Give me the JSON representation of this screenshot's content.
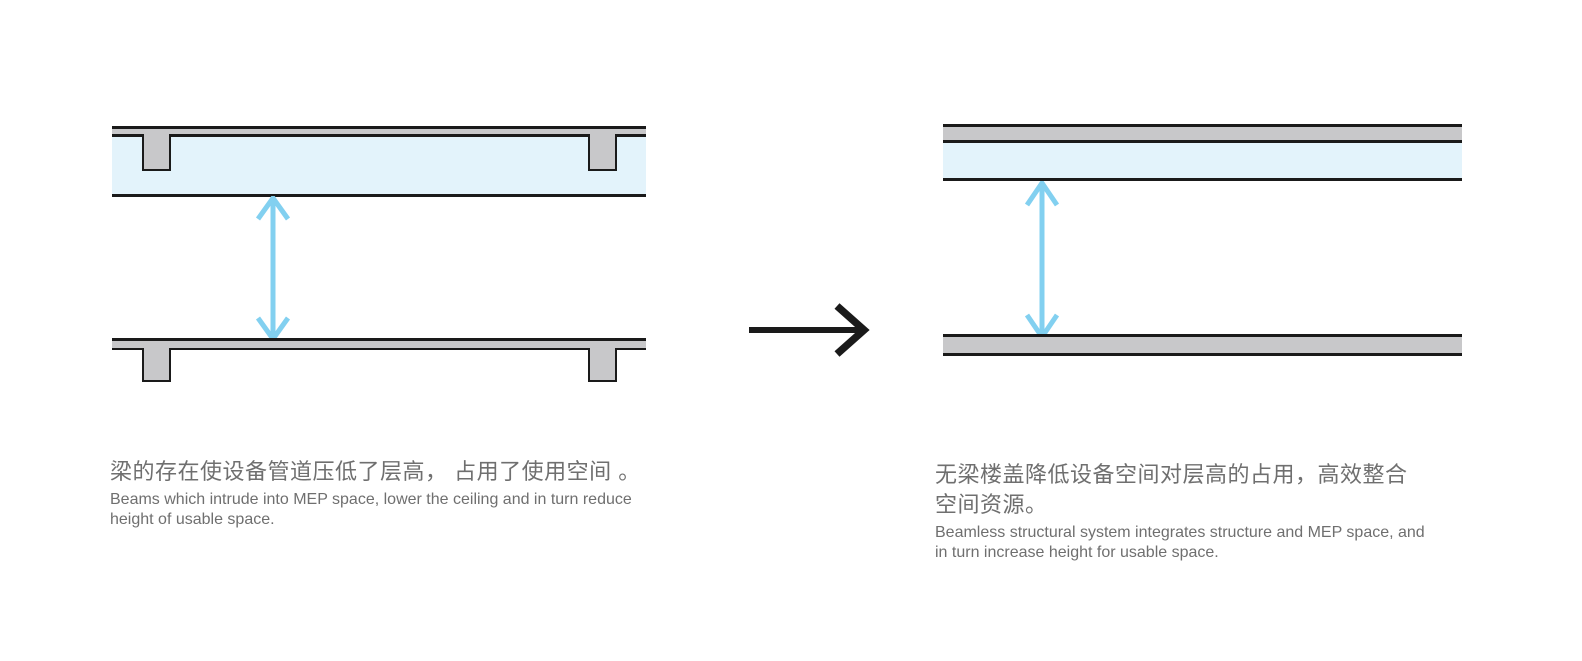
{
  "figure": {
    "left": {
      "caption_zh": "梁的存在使设备管道压低了层高， 占用了使用空间 。",
      "caption_en": "Beams which intrude into MEP space, lower the ceiling and in turn reduce height of usable space."
    },
    "right": {
      "caption_zh": "无梁楼盖降低设备空间对层高的占用，高效整合空间资源。",
      "caption_en": "Beamless structural system integrates structure and MEP space, and in turn increase height for usable space."
    },
    "icons": {
      "transform_arrow": "right-arrow",
      "left_height_arrow": "vertical-double-arrow",
      "right_height_arrow": "vertical-double-arrow"
    }
  },
  "colors": {
    "slab_gray": "#c8c8ca",
    "outline_black": "#1a1a1a",
    "mep_blue": "#e3f3fb",
    "arrow_blue": "#82d0f0",
    "text_gray": "#6f6f6f",
    "bg": "#ffffff"
  }
}
